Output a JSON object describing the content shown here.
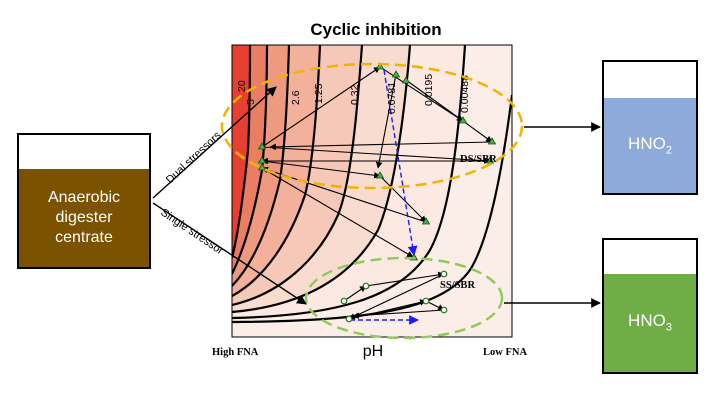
{
  "title": "Cyclic inhibition",
  "source_tank": {
    "label_lines": [
      "Anaerobic",
      "digester",
      "centrate"
    ],
    "fill_color": "#7a5200"
  },
  "product_top": {
    "label": "HNO",
    "subscript": "2",
    "fill_color": "#8eaadb"
  },
  "product_bottom": {
    "label": "HNO",
    "subscript": "3",
    "fill_color": "#70ad47"
  },
  "branch_labels": {
    "dual": "Dual stressors",
    "single": "Single stressor"
  },
  "zone_labels": {
    "ds": "DS/SBR",
    "ss": "SS/SBR"
  },
  "curve_labels": [
    "20",
    "5",
    "2.6",
    "1.25",
    "0.32",
    "0.0781",
    "0.0195",
    "0.00488"
  ],
  "axis": {
    "left": "High FNA",
    "center": "pH",
    "right": "Low FNA"
  },
  "colors": {
    "dual_ellipse": "#f0b400",
    "single_ellipse": "#8fca5a",
    "trajectory": "#1e7a1e",
    "ph_shift": "#1a1aff",
    "high_fna": "#e84030"
  }
}
